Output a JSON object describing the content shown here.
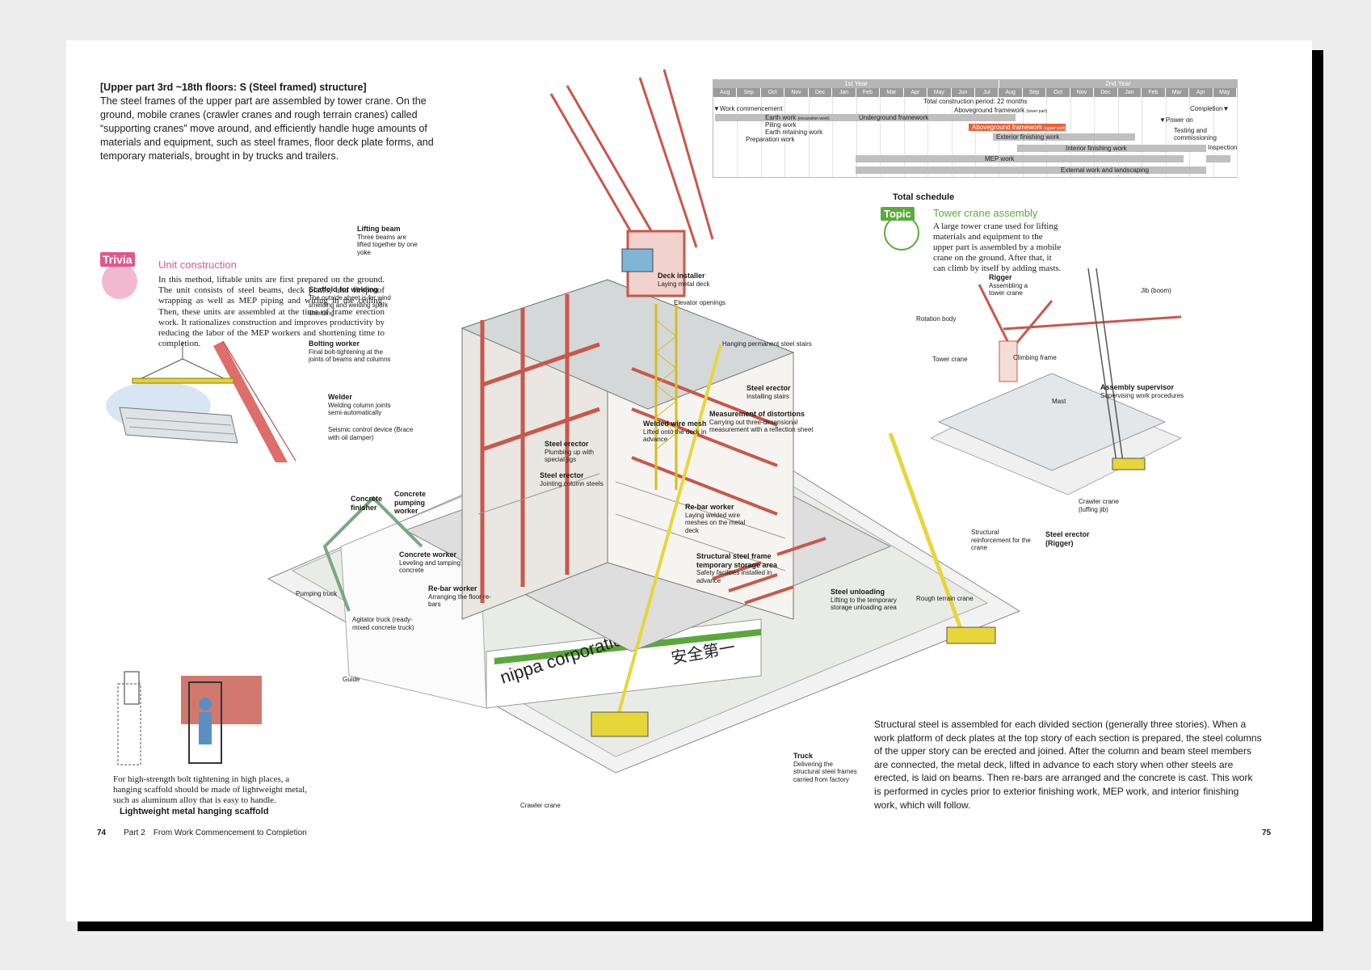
{
  "intro": {
    "heading": "[Upper part 3rd ~18th floors: S (Steel framed) structure]",
    "body": "The steel frames of the upper part are assembled by tower crane. On the ground, mobile cranes (crawler cranes and rough terrain cranes) called “supporting cranes” move around, and efficiently handle huge amounts of materials and equipment, such as steel frames, floor deck plate forms, and temporary materials, brought in by trucks and trailers."
  },
  "trivia": {
    "tag": "Trivia",
    "title": "Unit construction",
    "body": "In this method, liftable units are first prepared on the ground. The unit consists of steel beams, deck plates, and fireproof wrapping as well as MEP piping and wiring in the ceiling. Then, these units are assembled at the time of frame erection work. It rationalizes construction and improves productivity by reducing the labor of the MEP workers and shortening time to completion."
  },
  "schedule": {
    "title": "Total schedule",
    "year1": "1st Year",
    "year2": "2nd Year",
    "months": [
      "Aug",
      "Sep",
      "Oct",
      "Nov",
      "Dec",
      "Jan",
      "Feb",
      "Mar",
      "Apr",
      "May",
      "Jun",
      "Jul",
      "Aug",
      "Sep",
      "Oct",
      "Nov",
      "Dec",
      "Jan",
      "Feb",
      "Mar",
      "Apr",
      "May"
    ],
    "period": "Total construction period: 22 months",
    "work_commencement": "▼Work commencement",
    "completion": "Completion▼",
    "power_on": "▼Power on",
    "earth_work": "Earth work",
    "earth_work_note": "(excavation work)",
    "piling_work": "Piling work",
    "earth_retaining": "Earth retaining work",
    "preparation": "Preparation work",
    "underground": "Underground framework",
    "aboveground_tower": "Aboveground framework",
    "aboveground_tower_note": "(tower part)",
    "aboveground": "Aboveground framework",
    "aboveground_note": "(upper part)",
    "exterior_finishing": "Exterior finishing work",
    "interior_finishing": "Interior finishing work",
    "mep": "MEP work",
    "external": "External work and landscaping",
    "testing": "Testing and commissioning",
    "inspection": "Inspection"
  },
  "topic": {
    "tag": "Topic",
    "title": "Tower crane assembly",
    "body": "A large tower crane used for lifting materials and equipment to the upper part is assembled by a mobile crane on the ground. After that, it can climb by itself by adding masts."
  },
  "topic_labels": {
    "rigger_t": "Rigger",
    "rigger_d": "Assembling a tower crane",
    "rotation": "Rotation body",
    "jib": "Jib (boom)",
    "tower_crane": "Tower crane",
    "climbing": "Climbing frame",
    "supervisor_t": "Assembly supervisor",
    "supervisor_d": "Supervising work procedures",
    "mast": "Mast",
    "crawler": "Crawler crane (luffing jib)",
    "reinforcement": "Structural reinforcement for the crane",
    "steel_rigger_t": "Steel erector",
    "steel_rigger_d": "(Rigger)"
  },
  "labels": {
    "lifting_beam_t": "Lifting beam",
    "lifting_beam_d": "Three beams are lifted together by one yoke",
    "scaffold_t": "Scaffold for welding",
    "scaffold_d": "The outside sheet is for wind shielding and welding spark shielding",
    "bolting_t": "Bolting worker",
    "bolting_d": "Final bolt-tightening at the joints of beams and columns",
    "welder_t": "Welder",
    "welder_d": "Welding column joints semi-automatically",
    "seismic": "Seismic control device (Brace with oil damper)",
    "deck_installer_t": "Deck installer",
    "deck_installer_d": "Laying metal deck",
    "elevator": "Elevator openings",
    "stairs": "Hanging permanent steel stairs",
    "steel_erector1_t": "Steel erector",
    "steel_erector1_d": "Installing stairs",
    "distortions_t": "Measurement of distortions",
    "distortions_d": "Carrying out three-dimensional measurement with a reflection sheet",
    "mesh_t": "Welded wire mesh",
    "mesh_d": "Lifted onto the deck in advance",
    "steel_erector2_t": "Steel erector",
    "steel_erector2_d": "Plumbing up with special jigs",
    "steel_erector3_t": "Steel erector",
    "steel_erector3_d": "Jointing column steels",
    "rebar1_t": "Re-bar worker",
    "rebar1_d": "Laying welded wire meshes on the metal deck",
    "concrete_finisher": "Concrete finisher",
    "concrete_pumping": "Concrete pumping worker",
    "concrete_worker_t": "Concrete worker",
    "concrete_worker_d": "Leveling and tamping concrete",
    "rebar2_t": "Re-bar worker",
    "rebar2_d": "Arranging the floor re-bars",
    "pumping_truck": "Pumping truck",
    "agitator": "Agitator truck (ready-mixed concrete truck)",
    "guide": "Guide",
    "storage_t": "Structural steel frame temporary storage area",
    "storage_d": "Safety facilities installed in advance",
    "unloading_t": "Steel unloading",
    "unloading_d": "Lifting to the temporary storage unloading area",
    "rough_terrain": "Rough terrain crane",
    "truck_t": "Truck",
    "truck_d": "Delivering the structural steel frames carried from factory",
    "crawler_crane": "Crawler crane"
  },
  "hanging": {
    "body": "For high-strength bolt tightening in high places, a hanging scaffold should be made of lightweight metal, such as aluminum alloy that is easy to handle.",
    "title": "Lightweight metal hanging scaffold"
  },
  "bottom_text": "Structural steel is assembled for each divided section (generally three stories). When a work platform of deck plates at the top story of each section is prepared, the steel columns of the upper story can be erected and joined. After the column and beam steel members are connected, the metal deck, lifted in advance to each story when other steels are erected, is laid on beams. Then re-bars are arranged and the concrete is cast. This work is performed in cycles prior to exterior finishing work, MEP work, and interior finishing work, which will follow.",
  "signage": {
    "company": "nippa corporation",
    "safety": "安全第一"
  },
  "footer": {
    "page_left": "74",
    "part": "Part 2",
    "section": "From Work Commencement to Completion",
    "page_right": "75"
  },
  "colors": {
    "trivia": "#e2568d",
    "topic": "#5aab3c",
    "highlight": "#e8613a",
    "steel": "#c9574b",
    "crane": "#e7d63a",
    "hoarding_stripe": "#5aa83c"
  }
}
